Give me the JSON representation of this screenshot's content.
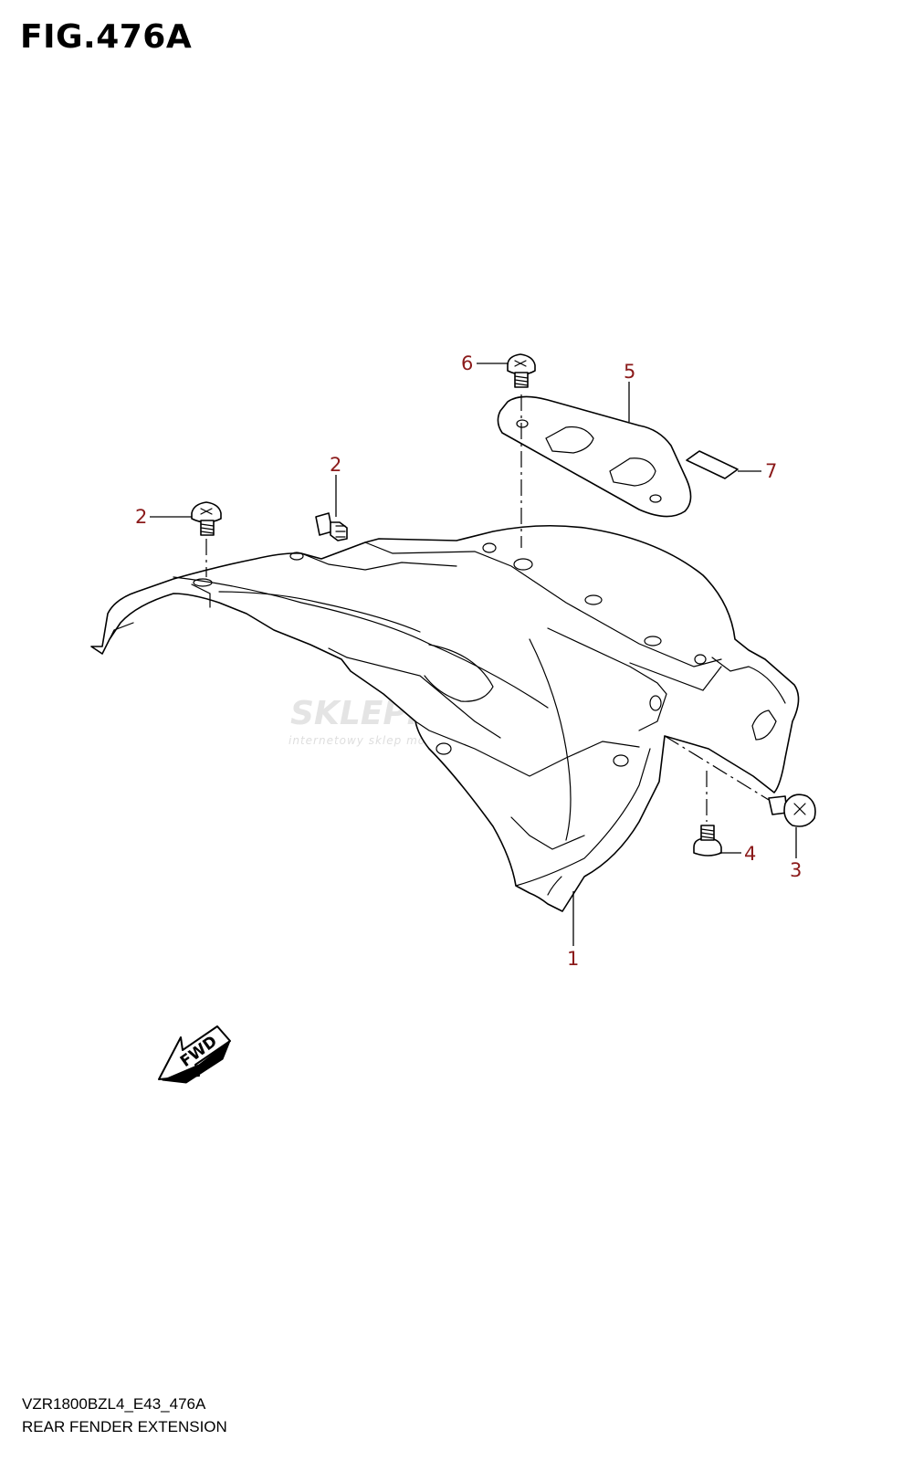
{
  "figure": {
    "title": "FIG.476A",
    "code": "VZR1800BZL4_E43_476A",
    "name": "REAR FENDER EXTENSION"
  },
  "callouts": [
    "6",
    "5",
    "7",
    "2",
    "2",
    "1",
    "4",
    "3"
  ],
  "direction_label": "FWD",
  "watermark": {
    "text": "SKLEPMOTO46.PL",
    "subtext": "internetowy sklep motocyklowy"
  },
  "colors": {
    "callout_text": "#8b1a1a",
    "line": "#000000",
    "watermark": "#d9d9d9"
  }
}
